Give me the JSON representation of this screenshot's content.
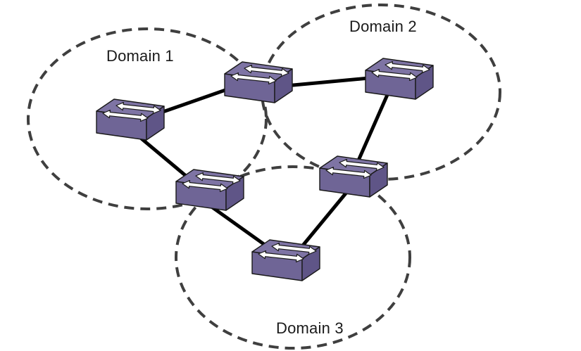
{
  "diagram": {
    "kind": "network-domain-topology",
    "background": "#ffffff"
  },
  "domains": [
    {
      "id": "domain-1",
      "label": "Domain 1",
      "switches": [
        "switch-a",
        "switch-b",
        "switch-d"
      ]
    },
    {
      "id": "domain-2",
      "label": "Domain 2",
      "switches": [
        "switch-b",
        "switch-c",
        "switch-e"
      ]
    },
    {
      "id": "domain-3",
      "label": "Domain 3",
      "switches": [
        "switch-d",
        "switch-e",
        "switch-f"
      ]
    }
  ],
  "nodes": [
    {
      "id": "switch-a",
      "icon": "network-switch-icon",
      "position": "domain-1 left"
    },
    {
      "id": "switch-b",
      "icon": "network-switch-icon",
      "position": "overlap of domain-1 and domain-2, top center"
    },
    {
      "id": "switch-c",
      "icon": "network-switch-icon",
      "position": "domain-2 right"
    },
    {
      "id": "switch-d",
      "icon": "network-switch-icon",
      "position": "overlap of domain-1 and domain-3, center left"
    },
    {
      "id": "switch-e",
      "icon": "network-switch-icon",
      "position": "overlap of domain-2 and domain-3, center right"
    },
    {
      "id": "switch-f",
      "icon": "network-switch-icon",
      "position": "domain-3 bottom center"
    }
  ],
  "links": [
    {
      "from": "switch-a",
      "to": "switch-b"
    },
    {
      "from": "switch-b",
      "to": "switch-c"
    },
    {
      "from": "switch-c",
      "to": "switch-e"
    },
    {
      "from": "switch-a",
      "to": "switch-d"
    },
    {
      "from": "switch-d",
      "to": "switch-f"
    },
    {
      "from": "switch-e",
      "to": "switch-f"
    }
  ],
  "colors": {
    "background": "#ffffff",
    "domain_boundary": "#3f3f3f",
    "link": "#000000",
    "switch_top": "#7e74a4",
    "switch_front": "#6f6596",
    "switch_side": "#5f5587",
    "switch_outline": "#1a1a1a",
    "arrow_fill": "#ffffff",
    "label_text": "#1a1a1a"
  }
}
